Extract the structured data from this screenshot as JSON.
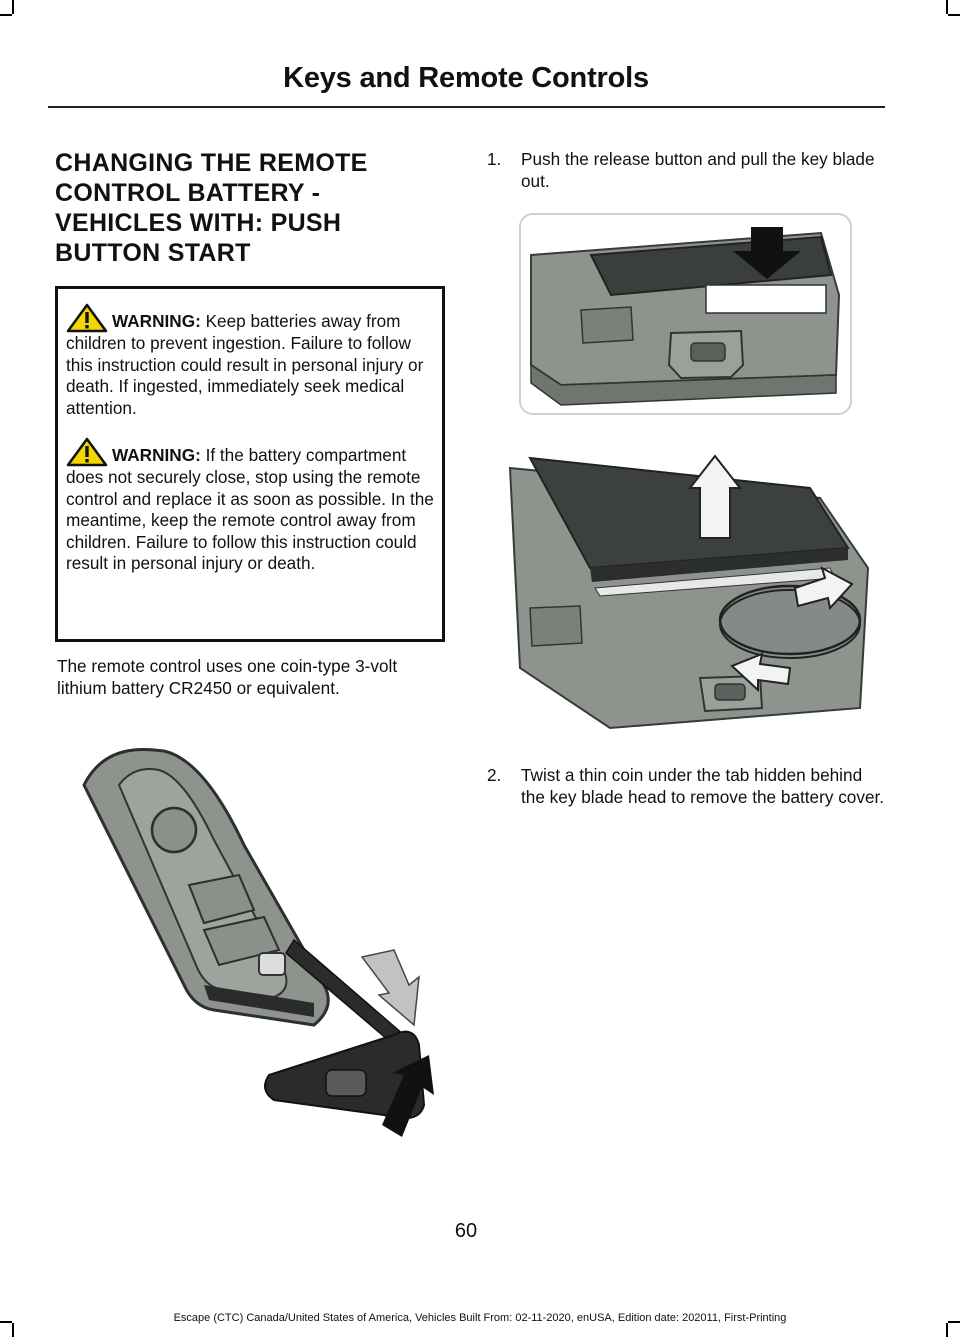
{
  "header": {
    "title": "Keys and Remote Controls"
  },
  "section": {
    "heading_lines": [
      "CHANGING THE REMOTE",
      "CONTROL BATTERY -",
      "VEHICLES WITH: PUSH",
      "BUTTON START"
    ]
  },
  "warnings": [
    {
      "icon": "warning-triangle-icon",
      "label": "WARNING:",
      "text": " Keep batteries away from children to prevent ingestion. Failure to follow this instruction could result in personal injury or death. If ingested, immediately seek medical attention."
    },
    {
      "icon": "warning-triangle-icon",
      "label": "WARNING:",
      "text": " If the battery compartment does not securely close, stop using the remote control and replace it as soon as possible. In the meantime, keep the remote control away from children. Failure to follow this instruction could result in personal injury or death."
    }
  ],
  "intro": {
    "text": "The remote control uses one coin-type 3-volt lithium battery CR2450 or equivalent."
  },
  "steps": [
    {
      "number": "1.",
      "text": "Push the release button and pull the key blade out."
    },
    {
      "number": "2.",
      "text": "Twist a thin coin under the tab hidden behind the key blade head to remove the battery cover."
    }
  ],
  "page_number": "60",
  "footer": {
    "text": "Escape (CTC) Canada/United States of America, Vehicles Built From: 02-11-2020, enUSA, Edition date: 202011, First-Printing"
  },
  "colors": {
    "text": "#111111",
    "warning_yellow": "#f2d600",
    "fob_gray": "#8d938d",
    "fob_dark": "#2b2b2b"
  }
}
